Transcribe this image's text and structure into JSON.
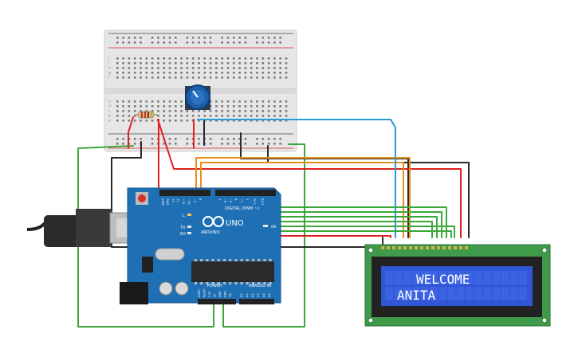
{
  "colors": {
    "background": "#ffffff",
    "arduino_board": "#1f6fb4",
    "arduino_dark": "#155990",
    "breadboard": "#e6e6e6",
    "lcd_pcb": "#3f9a4a",
    "lcd_screen": "#3257d6",
    "lcd_text": "#ffffff",
    "wire_red": "#e02020",
    "wire_black": "#2a2a2a",
    "wire_green": "#3ca83c",
    "wire_orange": "#e8901a",
    "wire_blue": "#2a9ad8",
    "potentiometer": "#1d5fa8"
  },
  "icons": {
    "usb_cable": "usb-plug-icon",
    "arduino_logo": "infinity-logo-icon",
    "potentiometer": "knob-icon",
    "resistor": "resistor-icon"
  },
  "arduino": {
    "brand": "ARDUINO",
    "model": "UNO",
    "digital_label": "DIGITAL (PWM ~)",
    "analog_label": "ANALOG IN",
    "power_label": "POWER",
    "on_label": "ON",
    "led_l": "L",
    "led_tx": "TX",
    "led_rx": "RX",
    "top_pins": [
      "AREF",
      "GND",
      "13",
      "12",
      "~11",
      "~10",
      "~9",
      "8",
      "7",
      "~6",
      "~5",
      "4",
      "~3",
      "2",
      "TX 1",
      "RX 0"
    ],
    "power_pins": [
      "IOREF",
      "RESET",
      "3.3V",
      "5V",
      "GND",
      "GND",
      "Vin"
    ],
    "analog_pins": [
      "A0",
      "A1",
      "A2",
      "A3",
      "A4",
      "A5"
    ]
  },
  "lcd": {
    "line1": "WELCOME",
    "line2": "ANITA"
  },
  "breadboard": {
    "row_letters_top": [
      "j",
      "i",
      "h",
      "g",
      "f"
    ],
    "row_letters_bottom": [
      "e",
      "d",
      "c",
      "b",
      "a"
    ]
  }
}
